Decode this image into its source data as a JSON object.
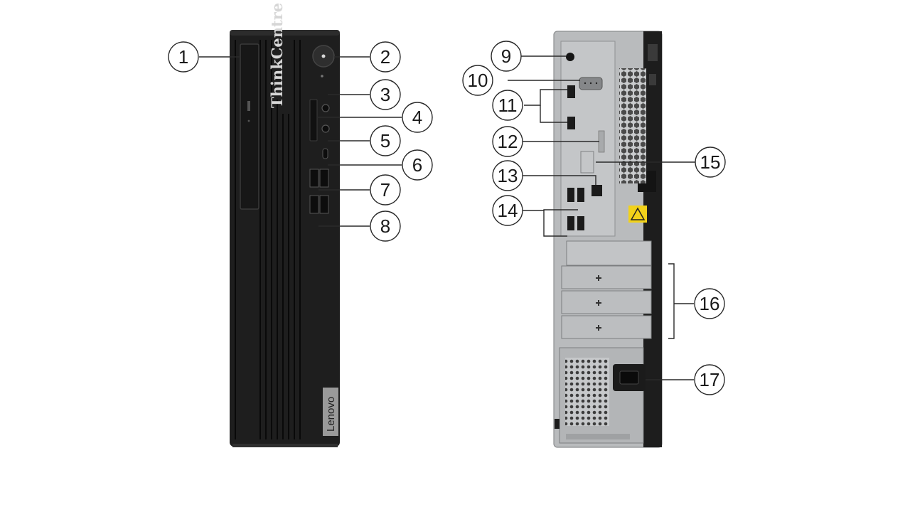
{
  "front_panel": {
    "brand_text": "ThinkCentre",
    "badge_text": "Lenovo"
  },
  "callouts": [
    {
      "id": 1,
      "label": "1"
    },
    {
      "id": 2,
      "label": "2"
    },
    {
      "id": 3,
      "label": "3"
    },
    {
      "id": 4,
      "label": "4"
    },
    {
      "id": 5,
      "label": "5"
    },
    {
      "id": 6,
      "label": "6"
    },
    {
      "id": 7,
      "label": "7"
    },
    {
      "id": 8,
      "label": "8"
    },
    {
      "id": 9,
      "label": "9"
    },
    {
      "id": 10,
      "label": "10"
    },
    {
      "id": 11,
      "label": "11"
    },
    {
      "id": 12,
      "label": "12"
    },
    {
      "id": 13,
      "label": "13"
    },
    {
      "id": 14,
      "label": "14"
    },
    {
      "id": 15,
      "label": "15"
    },
    {
      "id": 16,
      "label": "16"
    },
    {
      "id": 17,
      "label": "17"
    }
  ],
  "colors": {
    "front_body": "#1e1e1e",
    "rear_body": "#b9bbbd",
    "warning_label": "#f2d21a",
    "callout_stroke": "#2a2a2a"
  }
}
